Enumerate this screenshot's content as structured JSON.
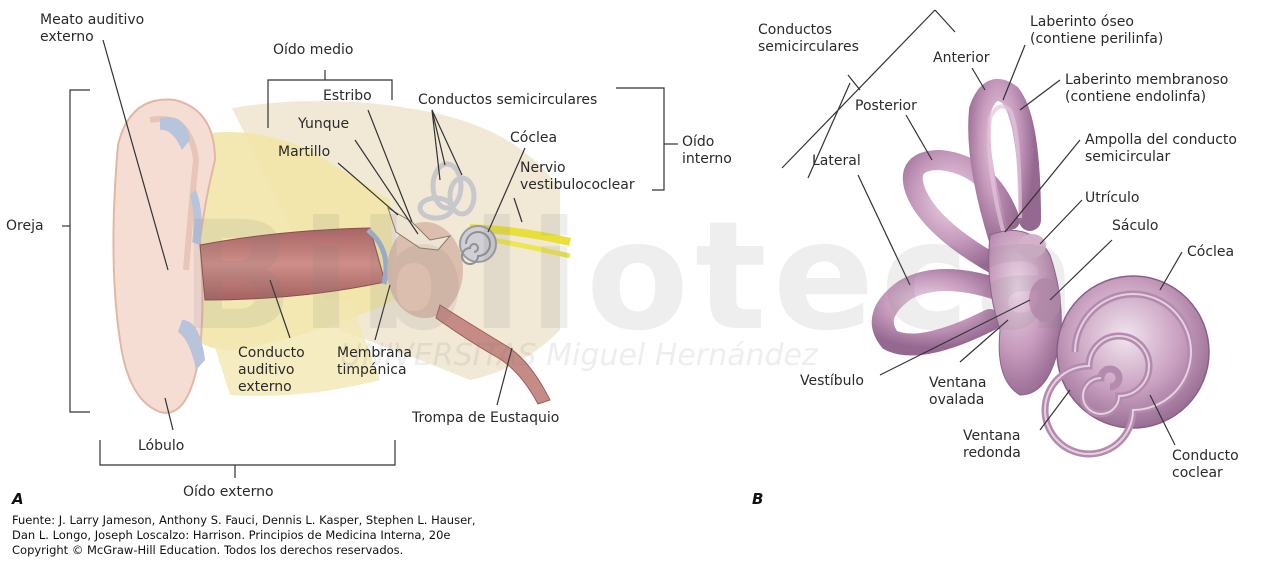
{
  "panel_a": {
    "letter": "A",
    "labels": {
      "meato": "Meato auditivo\nexterno",
      "oido_medio": "Oído medio",
      "estribo": "Estribo",
      "conductos_semicirculares": "Conductos semicirculares",
      "yunque": "Yunque",
      "coclea": "Cóclea",
      "oido_interno": "Oído\ninterno",
      "martillo": "Martillo",
      "nervio": "Nervio\nvestibulococlear",
      "oreja": "Oreja",
      "conducto_auditivo": "Conducto\nauditivo\nexterno",
      "membrana": "Membrana\ntimpánica",
      "trompa": "Trompa de Eustaquio",
      "lobulo": "Lóbulo",
      "oido_externo": "Oído externo"
    }
  },
  "panel_b": {
    "letter": "B",
    "labels": {
      "conductos": "Conductos\nsemicirculares",
      "anterior": "Anterior",
      "laberinto_oseo": "Laberinto óseo\n(contiene perilinfa)",
      "laberinto_membranoso": "Laberinto membranoso\n(contiene endolinfa)",
      "posterior": "Posterior",
      "ampolla": "Ampolla del conducto\nsemicircular",
      "lateral": "Lateral",
      "utriculo": "Utrículo",
      "saculo": "Sáculo",
      "coclea": "Cóclea",
      "vestibulo": "Vestíbulo",
      "ventana_ovalada": "Ventana\novalada",
      "ventana_redonda": "Ventana\nredonda",
      "conducto_coclear": "Conducto\ncoclear"
    }
  },
  "watermark": {
    "main": "Biblioteca",
    "sub": "UNIVERSITAS Miguel Hernández"
  },
  "source": "Fuente: J. Larry Jameson, Anthony S. Fauci, Dennis L. Kasper, Stephen L. Hauser,\nDan L. Longo, Joseph Loscalzo: Harrison. Principios de Medicina Interna, 20e\nCopyright © McGraw-Hill Education. Todos los derechos reservados.",
  "colors": {
    "skin": "#f6ddd3",
    "skin_edge": "#e9c2b3",
    "cartilage": "#f2e6a8",
    "bone": "#efe5cf",
    "canal": "#c07a78",
    "labyrinth": "#c79bbd",
    "labyrinth_dark": "#9a6d92",
    "nerve": "#e8df3a",
    "line": "#333333"
  }
}
